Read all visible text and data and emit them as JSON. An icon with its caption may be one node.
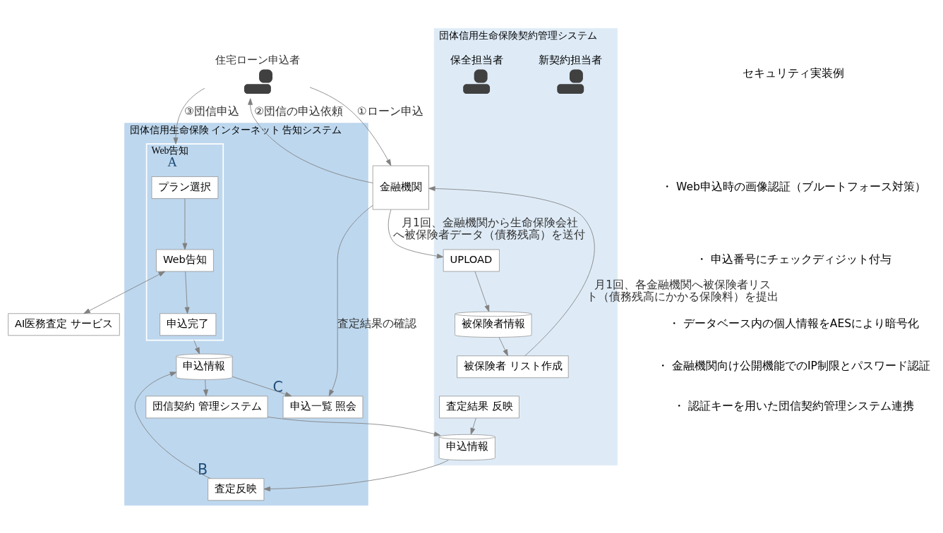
{
  "diagram": {
    "nodes": [
      {
        "text": [
          "住宅ローン申込者"
        ]
      },
      {
        "text": [
          "金融機関"
        ]
      },
      {
        "text": [
          "団体信用生命保険 インターネット 告知システム"
        ]
      },
      {
        "text": [
          "Web告知"
        ],
        "in": 2,
        "beside": [
          "A"
        ]
      },
      {
        "text": [
          "プラン選択"
        ],
        "in": 3
      },
      {
        "text": [
          "Web告知"
        ],
        "in": 3
      },
      {
        "text": [
          "申込完了"
        ],
        "in": 3
      },
      {
        "text": [
          "AI医務査定 サービス"
        ]
      },
      {
        "text": [
          "申込一覧 照会"
        ],
        "in": 2,
        "beside": [
          "C"
        ]
      },
      {
        "text": [
          "申込情報"
        ],
        "in": 2
      },
      {
        "text": [
          "団信契約 管理システム"
        ],
        "in": 2
      },
      {
        "text": [
          "査定反映"
        ],
        "in": 2,
        "beside": [
          "B"
        ]
      },
      {
        "text": [
          "団体信用生命保険契約管理システム"
        ]
      },
      {
        "text": [
          "申込情報"
        ],
        "in": 12
      },
      {
        "text": [
          "査定結果 反映"
        ],
        "in": 12
      },
      {
        "text": [
          "新契約担当者"
        ],
        "in": 12
      },
      {
        "text": [
          "UPLOAD"
        ],
        "in": 12
      },
      {
        "text": [
          "被保険者情報"
        ],
        "in": 12
      },
      {
        "text": [
          "被保険者 リスト作成"
        ],
        "in": 12
      },
      {
        "text": [
          "保全担当者"
        ],
        "in": 12
      }
    ],
    "edges": [
      {
        "from": 0,
        "to": 1,
        "arrow": "to",
        "label": "①ローン申込"
      },
      {
        "from": 1,
        "to": 0,
        "arrow": "to",
        "label": "②団信の申込依頼"
      },
      {
        "from": 0,
        "to": 3,
        "arrow": "to",
        "label": "③団信申込"
      },
      {
        "from": 4,
        "to": 5,
        "arrow": "to"
      },
      {
        "from": 5,
        "to": 6,
        "arrow": "to"
      },
      {
        "from": 5,
        "to": 7,
        "arrow": "both"
      },
      {
        "from": 3,
        "to": 9,
        "arrow": "to"
      },
      {
        "from": 9,
        "to": 8,
        "arrow": "to"
      },
      {
        "from": 1,
        "to": 8,
        "arrow": "to",
        "label": "査定結果の確認"
      },
      {
        "from": 9,
        "to": 10,
        "arrow": "to"
      },
      {
        "from": 10,
        "to": 13,
        "arrow": "to"
      },
      {
        "from": 14,
        "to": 13,
        "arrow": "to"
      },
      {
        "from": 13,
        "to": 11,
        "arrow": "to"
      },
      {
        "from": 11,
        "to": 9,
        "arrow": "to"
      },
      {
        "from": 1,
        "to": 16,
        "arrow": "to",
        "label": "月1回、金融機関から生命保険会社へ被保険者データ（債務残高）を送付"
      },
      {
        "from": 16,
        "to": 17,
        "arrow": "to"
      },
      {
        "from": 17,
        "to": 18,
        "arrow": "to"
      },
      {
        "from": 18,
        "to": 1,
        "arrow": "to",
        "label": "月1回、各金融機関へ被保険者リスト（債務残高にかかる保険料）を提出"
      }
    ],
    "labels": [
      "セキュリティ実装例",
      "・ Web申込時の画像認証（ブルートフォース対策）",
      "・ 申込番号にチェックディジット付与",
      "・ データベース内の個人情報をAESにより暗号化",
      "・ 金融機関向け公開機能でのIP制限とパスワード認証",
      "・ 認証キーを用いた団信契約管理システム連携"
    ]
  }
}
